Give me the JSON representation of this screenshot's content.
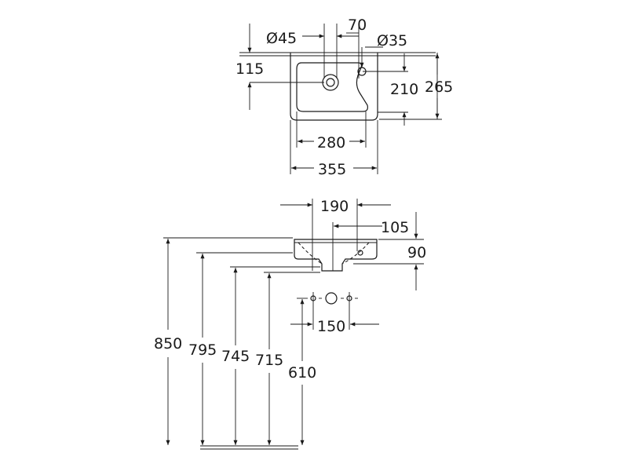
{
  "top_view": {
    "dims": {
      "tap_hole_diameter": "Ø45",
      "offset_70": "70",
      "overflow_diameter": "Ø35",
      "depth_115": "115",
      "bowl_depth_210": "210",
      "overall_depth_265": "265",
      "bowl_width_280": "280",
      "overall_width_355": "355"
    }
  },
  "side_view": {
    "dims": {
      "width_190": "190",
      "offset_105": "105",
      "height_90": "90",
      "spacing_150": "150"
    }
  },
  "heights": {
    "h850": "850",
    "h795": "795",
    "h745": "745",
    "h715": "715",
    "h610": "610"
  }
}
